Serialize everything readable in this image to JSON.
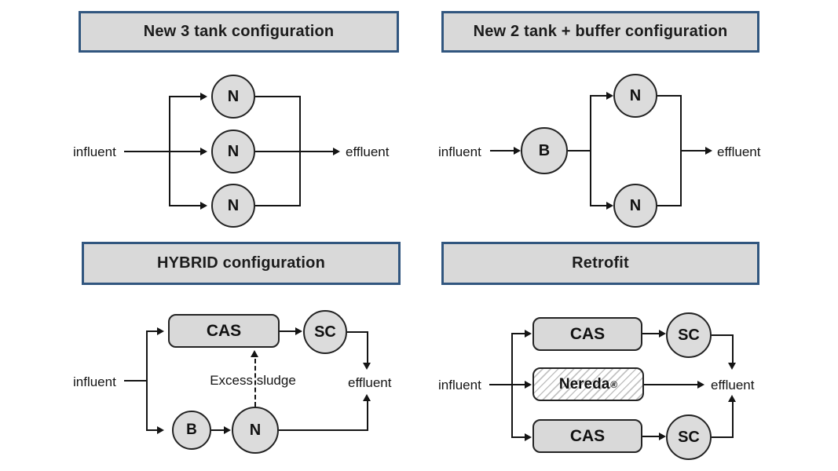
{
  "colors": {
    "background": "#ffffff",
    "banner_fill": "#d9d9d9",
    "banner_border": "#31567f",
    "node_fill": "#dcdcdc",
    "line": "#141414"
  },
  "panels": {
    "new_3_tank": {
      "title": "New 3 tank configuration",
      "influent_label": "influent",
      "effluent_label": "effluent",
      "tanks": [
        "N",
        "N",
        "N"
      ]
    },
    "new_2_tank_buffer": {
      "title": "New 2 tank + buffer configuration",
      "influent_label": "influent",
      "effluent_label": "effluent",
      "buffer_label": "B",
      "tanks": [
        "N",
        "N"
      ]
    },
    "hybrid": {
      "title": "HYBRID configuration",
      "influent_label": "influent",
      "effluent_label": "effluent",
      "cas_label": "CAS",
      "sc_label": "SC",
      "buffer_label": "B",
      "n_label": "N",
      "excess_sludge_label": "Excess sludge"
    },
    "retrofit": {
      "title": "Retrofit",
      "influent_label": "influent",
      "effluent_label": "effluent",
      "cas_top_label": "CAS",
      "sc_top_label": "SC",
      "nereda_label": "Nereda",
      "nereda_reg": "®",
      "cas_bottom_label": "CAS",
      "sc_bottom_label": "SC"
    }
  }
}
